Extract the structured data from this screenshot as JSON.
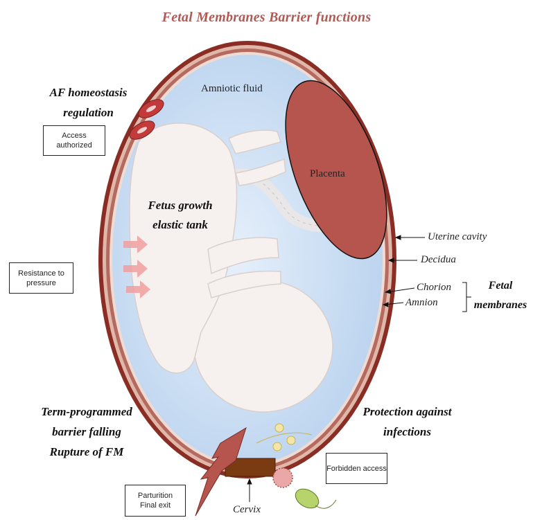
{
  "title": "Fetal Membranes Barrier functions",
  "functions": {
    "af_homeostasis_line1": "AF homeostasis",
    "af_homeostasis_line2": "regulation",
    "fetus_growth_line1": "Fetus growth",
    "fetus_growth_line2": "elastic tank",
    "term_line1": "Term-programmed",
    "term_line2": "barrier falling",
    "term_line3": "Rupture of FM",
    "protection_line1": "Protection against",
    "protection_line2": "infections"
  },
  "boxes": {
    "access_authorized": "Access authorized",
    "resistance_to_pressure": "Resistance to pressure",
    "forbidden_access": "Forbidden access",
    "parturition_line1": "Parturition",
    "parturition_line2": "Final exit"
  },
  "anatomy": {
    "amniotic_fluid": "Amniotic fluid",
    "placenta": "Placenta",
    "uterine_cavity": "Uterine cavity",
    "decidua": "Decidua",
    "chorion": "Chorion",
    "amnion": "Amnion",
    "fetal_line1": "Fetal",
    "fetal_line2": "membranes",
    "cervix": "Cervix"
  },
  "colors": {
    "title": "#b05a55",
    "uterine_wall": "#8a2e25",
    "membrane": "#c98d86",
    "fluid": "#cfe0f4",
    "placenta": "#b5554e",
    "fetus": "#f6f1ef",
    "cervix": "#7a3a12"
  }
}
